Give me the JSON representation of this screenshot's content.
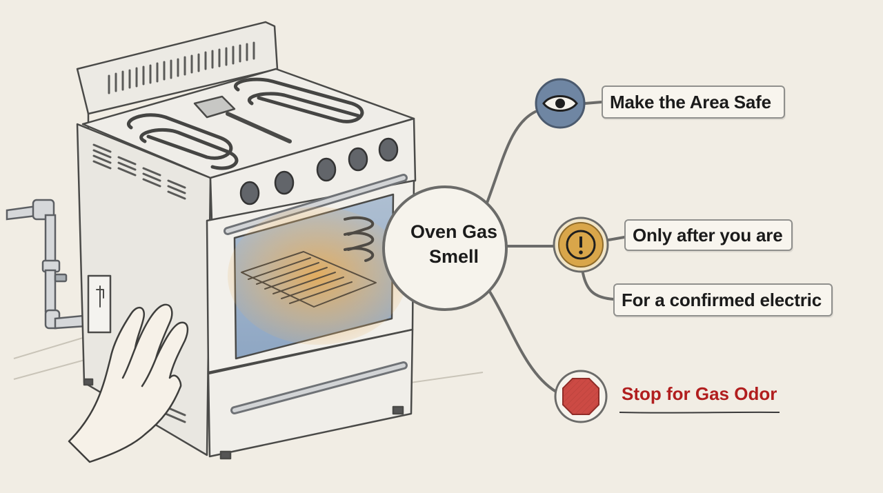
{
  "center": {
    "line1": "Oven Gas",
    "line2": "Smell"
  },
  "branches": [
    {
      "icon": "eye-icon",
      "icon_color": "#6f86a3",
      "labels": [
        "Make the Area Safe"
      ]
    },
    {
      "icon": "warning-exclamation-icon",
      "icon_color": "#d9a64a",
      "labels": [
        "Only after you are",
        "For a confirmed electric"
      ]
    },
    {
      "icon": "stop-octagon-icon",
      "icon_color": "#cc4a44",
      "labels": [
        "Stop for Gas Odor"
      ],
      "label_color": "#b11e1e"
    }
  ],
  "colors": {
    "background": "#f1ede4",
    "line": "#6b6b69",
    "oven_glow": "#e8a548",
    "oven_window": "#8aa4c2"
  }
}
